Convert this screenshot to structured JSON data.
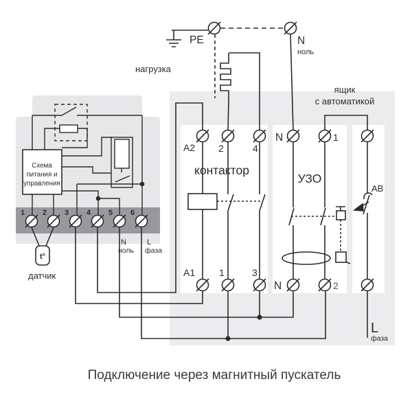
{
  "top": {
    "pe": "PE",
    "load": "нагрузка",
    "n": "N",
    "noll": "ноль"
  },
  "box_label": {
    "line1": "ящик",
    "line2": "с автоматикой"
  },
  "device": {
    "box_line1": "Схема",
    "box_line2": "питания и",
    "box_line3": "управления",
    "terminals": [
      "1",
      "2",
      "3",
      "4",
      "5",
      "6"
    ],
    "n": "N",
    "noll": "ноль",
    "l": "L",
    "faza": "фаза",
    "sensor": "t°",
    "sensor_label": "датчик"
  },
  "contactor": {
    "label": "контактор",
    "a2": "A2",
    "t2": "2",
    "t4": "4",
    "a1": "A1",
    "t1": "1",
    "t3": "3"
  },
  "uzo": {
    "label": "УЗО",
    "n_top": "N",
    "t1": "1",
    "n_bottom": "N",
    "t2": "2"
  },
  "av": {
    "label": "АВ",
    "l": "L",
    "faza": "фаза"
  },
  "caption": "Подключение через магнитный пускатель",
  "colors": {
    "line": "#2b2b2b",
    "panel": "#ececee",
    "housing": "#e7e7e9",
    "strip": "#97999d",
    "accent_blue": "#44517f"
  }
}
